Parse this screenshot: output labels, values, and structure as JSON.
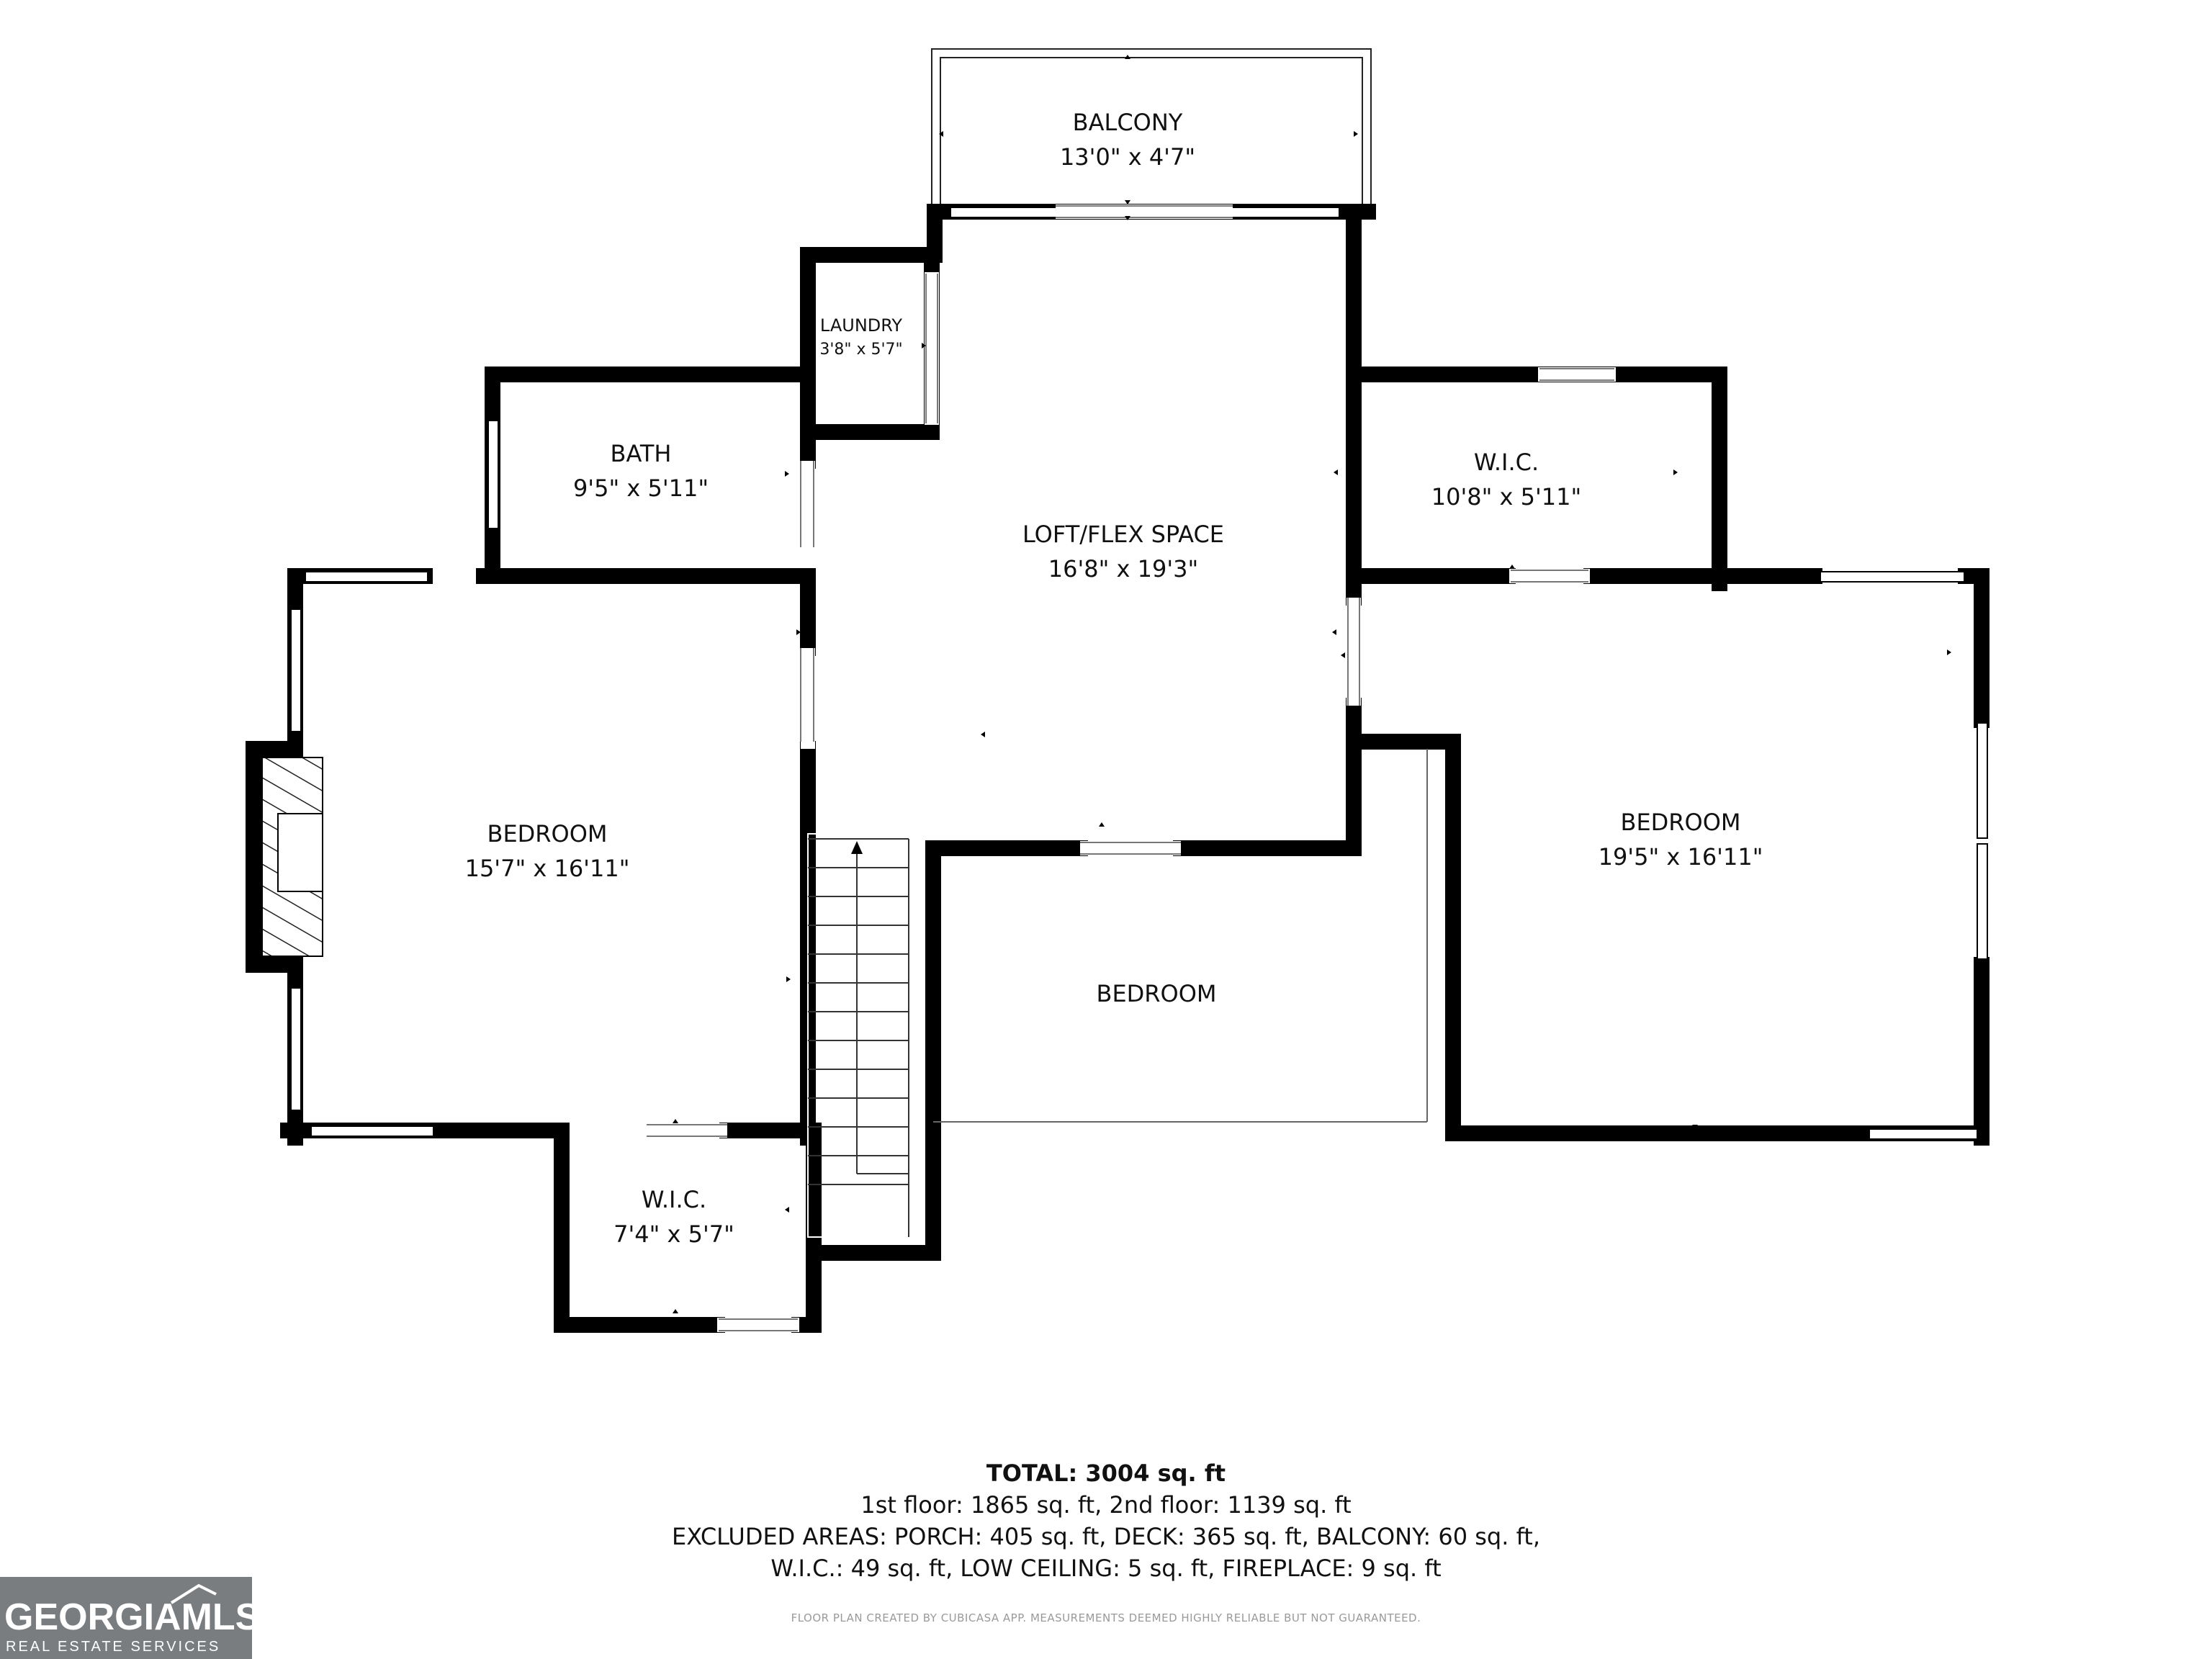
{
  "rooms": {
    "balcony": {
      "name": "BALCONY",
      "dim": "13'0\" x 4'7\""
    },
    "laundry": {
      "name": "LAUNDRY",
      "dim": "3'8\" x 5'7\""
    },
    "bath": {
      "name": "BATH",
      "dim": "9'5\" x 5'11\""
    },
    "loft": {
      "name": "LOFT/FLEX SPACE",
      "dim": "16'8\" x 19'3\""
    },
    "wic_top": {
      "name": "W.I.C.",
      "dim": "10'8\" x 5'11\""
    },
    "bedroom_left": {
      "name": "BEDROOM",
      "dim": "15'7\" x 16'11\""
    },
    "bedroom_middle": {
      "name": "BEDROOM"
    },
    "bedroom_right": {
      "name": "BEDROOM",
      "dim": "19'5\" x 16'11\""
    },
    "wic_bottom": {
      "name": "W.I.C.",
      "dim": "7'4\" x 5'7\""
    }
  },
  "summary": {
    "total_label": "TOTAL: 3004 sq. ft",
    "line1": "1st floor: 1865 sq. ft, 2nd floor: 1139 sq. ft",
    "line2": "EXCLUDED AREAS: PORCH: 405 sq. ft, DECK: 365 sq. ft, BALCONY: 60 sq. ft,",
    "line3": "W.I.C.: 49 sq. ft, LOW CEILING: 5 sq. ft, FIREPLACE: 9 sq. ft"
  },
  "disclaimer": "FLOOR PLAN CREATED BY CUBICASA APP. MEASUREMENTS DEEMED HIGHLY RELIABLE BUT NOT GUARANTEED.",
  "logo": {
    "main": "GEORGIAMLS",
    "sub": "REAL ESTATE SERVICES"
  },
  "colors": {
    "wall": "#000000",
    "window": "#ffffff",
    "logo_bg": "#7a7d80"
  }
}
